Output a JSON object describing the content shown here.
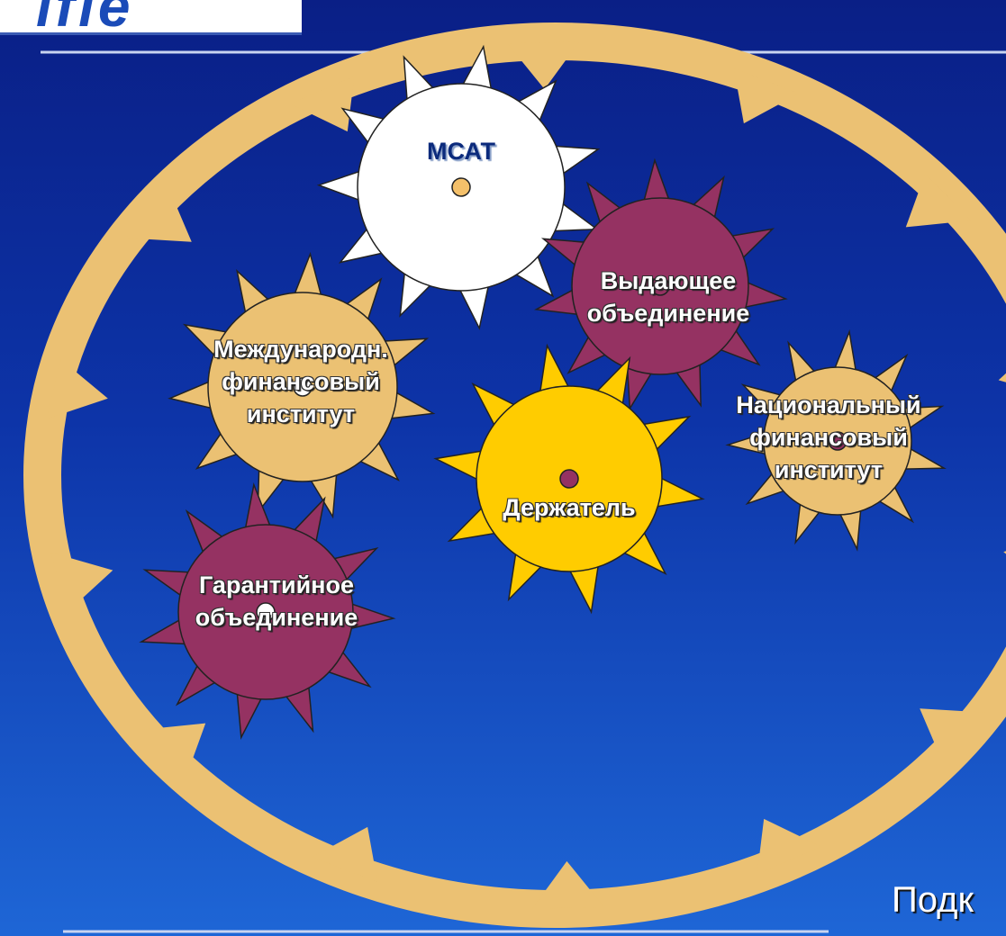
{
  "logo": {
    "text": "ifie"
  },
  "ring": {
    "color": "#EBC173"
  },
  "gears": [
    {
      "id": "msat",
      "lines": [
        "МСАТ"
      ],
      "fill": "#FFFFFF",
      "dot": "#F4C06A"
    },
    {
      "id": "issuing",
      "lines": [
        "Выдающее",
        "объединение"
      ],
      "fill": "#953262",
      "dot": "#953262"
    },
    {
      "id": "intl",
      "lines": [
        "Международн.",
        "финансовый",
        "институт"
      ],
      "fill": "#EBC173",
      "dot": "#FFFFFF"
    },
    {
      "id": "holder",
      "lines": [
        "Держатель"
      ],
      "fill": "#FFCC00",
      "dot": "#953262"
    },
    {
      "id": "national",
      "lines": [
        "Национальный",
        "финансовый",
        "институт"
      ],
      "fill": "#EBC173",
      "dot": "#953262"
    },
    {
      "id": "guarantee",
      "lines": [
        "Гарантийное",
        "объединение"
      ],
      "fill": "#953262",
      "dot": "#FFFFFF"
    }
  ],
  "footer_text": "Подк"
}
